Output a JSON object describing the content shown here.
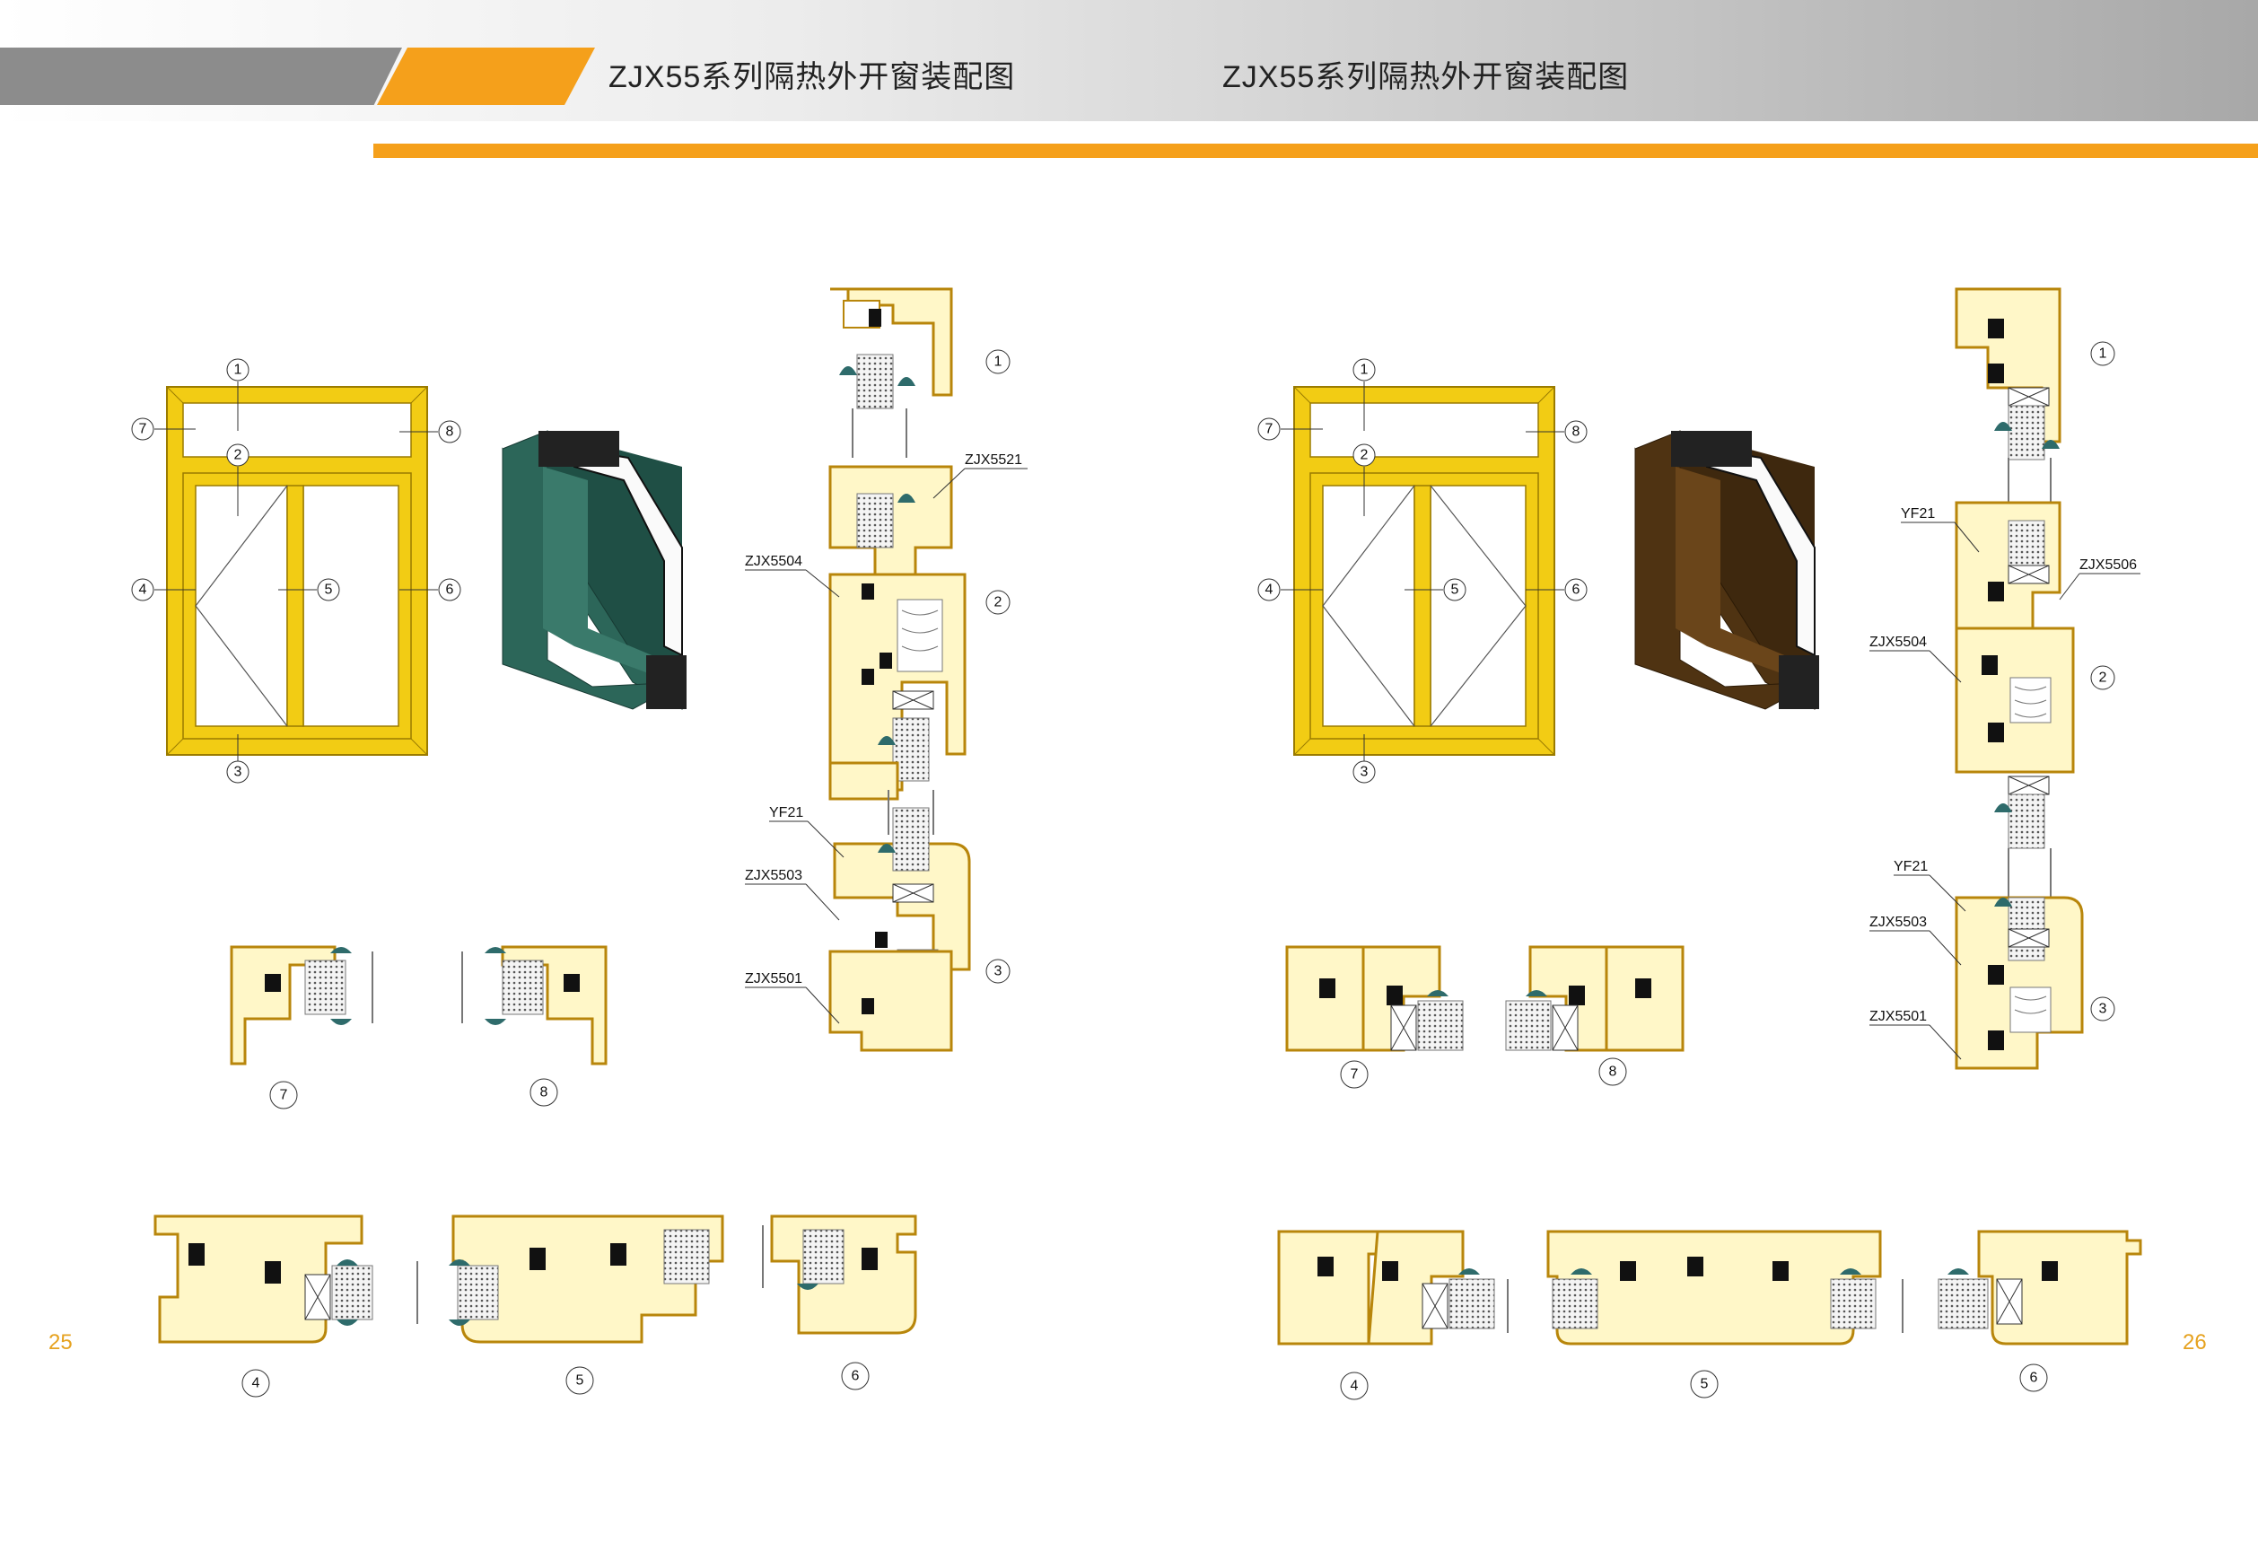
{
  "header": {
    "title_left": "ZJX55系列隔热外开窗装配图",
    "title_right": "ZJX55系列隔热外开窗装配图"
  },
  "pages": {
    "left_number": "25",
    "right_number": "26"
  },
  "left_page": {
    "callouts": [
      "1",
      "2",
      "3",
      "4",
      "5",
      "6",
      "7",
      "8"
    ],
    "part_labels": {
      "p5521": "ZJX5521",
      "p5504": "ZJX5504",
      "yf21": "YF21",
      "p5503": "ZJX5503",
      "p5501": "ZJX5501"
    },
    "profile_color": "#2c6659"
  },
  "right_page": {
    "callouts": [
      "1",
      "2",
      "3",
      "4",
      "5",
      "6",
      "7",
      "8"
    ],
    "part_labels": {
      "yf21_top": "YF21",
      "p5506": "ZJX5506",
      "p5504": "ZJX5504",
      "yf21": "YF21",
      "p5503": "ZJX5503",
      "p5501": "ZJX5501"
    },
    "profile_color": "#4f3312"
  },
  "colors": {
    "accent_orange": "#f5a01b",
    "frame_yellow": "#f2cc14",
    "profile_outline": "#b8860b",
    "gasket": "#2e6b6b"
  }
}
